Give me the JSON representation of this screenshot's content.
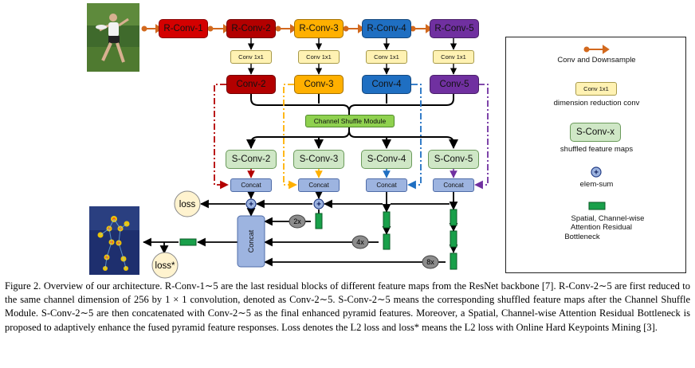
{
  "diagram": {
    "r_convs": [
      {
        "label": "R-Conv-1",
        "color": "#d40000"
      },
      {
        "label": "R-Conv-2",
        "color": "#b30000"
      },
      {
        "label": "R-Conv-3",
        "color": "#ffb000"
      },
      {
        "label": "R-Conv-4",
        "color": "#1f6fc2"
      },
      {
        "label": "R-Conv-5",
        "color": "#7030a0"
      }
    ],
    "conv1x1_label": "Conv 1x1",
    "convs": [
      {
        "label": "Conv-2",
        "color": "#b30000"
      },
      {
        "label": "Conv-3",
        "color": "#ffb000"
      },
      {
        "label": "Conv-4",
        "color": "#1f6fc2"
      },
      {
        "label": "Conv-5",
        "color": "#7030a0"
      }
    ],
    "shuffle_module_label": "Channel Shuffle Module",
    "shuffle_module_color": "#8fd14f",
    "sconvs": [
      "S-Conv-2",
      "S-Conv-3",
      "S-Conv-4",
      "S-Conv-5"
    ],
    "concat_label": "Concat",
    "big_concat_label": "Concat",
    "upsample_labels": [
      "2x",
      "4x",
      "8x"
    ],
    "loss_label": "loss",
    "loss_star_label": "loss*",
    "sum_symbol": "+"
  },
  "legend": {
    "conv_downsample": "Conv and Downsample",
    "conv1x1_sample": "Conv 1x1",
    "dimension_reduction": "dimension reduction conv",
    "sconv_sample": "S-Conv-x",
    "shuffled_maps": "shuffled feature maps",
    "elem_sum": "elem-sum",
    "bottleneck_line1": "Spatial, Channel-wise",
    "bottleneck_line2": "Attention Residual",
    "bottleneck_line3": "Bottleneck"
  },
  "caption": {
    "text": "Figure 2. Overview of our architecture. R-Conv-1∼5 are the last residual blocks of different feature maps from the ResNet backbone [7]. R-Conv-2∼5 are first reduced to the same channel dimension of 256 by 1 × 1 convolution, denoted as Conv-2∼5. S-Conv-2∼5 means the corresponding shuffled feature maps after the Channel Shuffle Module. S-Conv-2∼5 are then concatenated with Conv-2∼5 as the final enhanced pyramid features. Moreover, a Spatial, Channel-wise Attention Residual Bottleneck is proposed to adaptively enhance the fused pyramid feature responses. Loss denotes the L2 loss and loss* means the L2 loss with Online Hard Keypoints Mining [3]."
  }
}
